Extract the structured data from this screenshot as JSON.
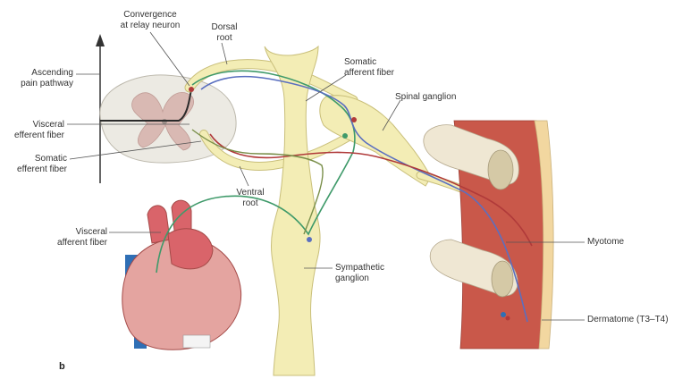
{
  "figure": {
    "panel_letter": "b",
    "labels": {
      "convergence": [
        "Convergence",
        "at relay neuron"
      ],
      "dorsal_root": [
        "Dorsal",
        "root"
      ],
      "ascending": [
        "Ascending",
        "pain pathway"
      ],
      "visceral_efferent": [
        "Visceral",
        "efferent fiber"
      ],
      "somatic_efferent": [
        "Somatic",
        "efferent fiber"
      ],
      "ventral_root": [
        "Ventral",
        "root"
      ],
      "somatic_afferent": [
        "Somatic",
        "afferent fiber"
      ],
      "spinal_ganglion": "Spinal ganglion",
      "visceral_afferent": [
        "Visceral",
        "afferent fiber"
      ],
      "sympathetic_ganglion": [
        "Sympathetic",
        "ganglion"
      ],
      "myotome": "Myotome",
      "dermatome": "Dermatome (T3–T4)"
    }
  },
  "colors": {
    "nerve": "#f3edb5",
    "nerve_stroke": "#c9bf7a",
    "cord_white": "#eceae3",
    "cord_gray": "#d9b9b3",
    "muscle": "#c9584a",
    "heart": "#d9646a",
    "artery": "#2f6fb5",
    "fiber_green": "#3f9a6a",
    "fiber_blue": "#5a6fc0",
    "fiber_red": "#b03a3a",
    "leader": "#555555"
  }
}
